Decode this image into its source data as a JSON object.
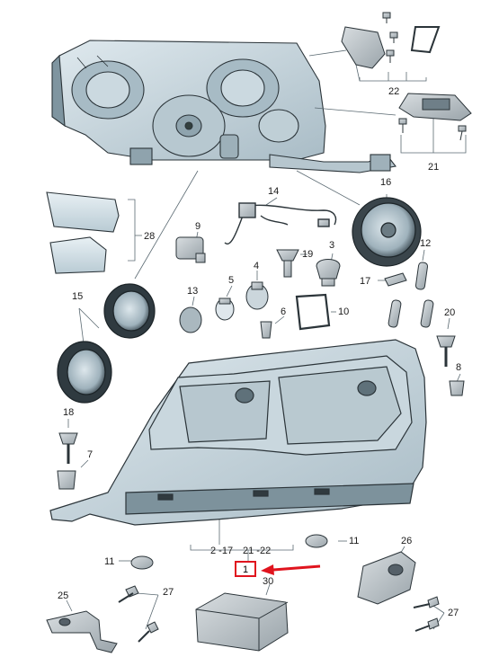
{
  "labels": {
    "p22": "22",
    "p21": "21",
    "p28": "28",
    "p14": "14",
    "p16": "16",
    "p9": "9",
    "p19": "19",
    "p3": "3",
    "p12": "12",
    "p4": "4",
    "p5": "5",
    "p17": "17",
    "p13": "13",
    "p15": "15",
    "p6": "6",
    "p10": "10",
    "p20": "20",
    "p8": "8",
    "p18": "18",
    "p7": "7",
    "p2_17": "2 -17",
    "p21_22": "21 -22",
    "p11a": "11",
    "p11b": "11",
    "p26": "26",
    "p30": "30",
    "p25": "25",
    "p27a": "27",
    "p27b": "27",
    "p1": "1"
  },
  "colors": {
    "highlight": "#e0141e",
    "part_fill": "#b9cbd4",
    "outline": "#2b3439"
  }
}
